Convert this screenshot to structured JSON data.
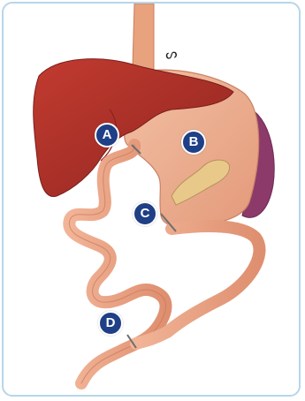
{
  "markers": [
    {
      "label": "A"
    },
    {
      "label": "B"
    },
    {
      "label": "C"
    },
    {
      "label": "D"
    }
  ],
  "annotation": "ᔕ",
  "colors": {
    "frame_border": "#b7d6ea",
    "marker_fill": "#1f3f86",
    "liver": "#b5302a",
    "liver_dark": "#8a2220",
    "esophagus": "#e9a27e",
    "stomach": "#f0b495",
    "spleen": "#8b3a6a",
    "intestine": "#eba383",
    "pancreas": "#e9c98a",
    "staple_line": "#6e6e6e"
  }
}
